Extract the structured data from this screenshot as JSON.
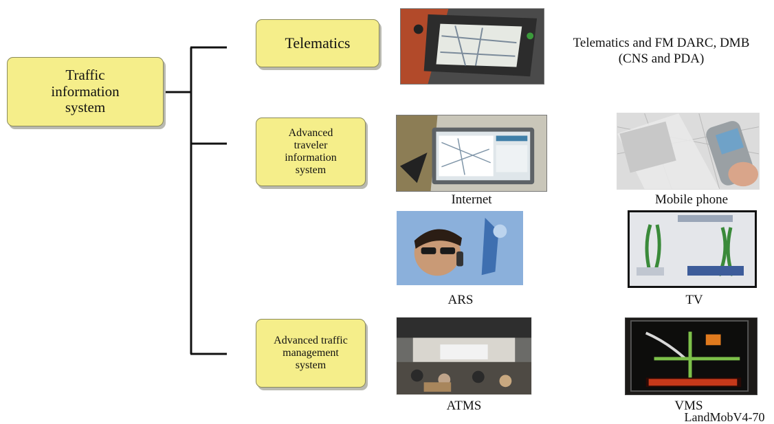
{
  "nodes": {
    "root": "Traffic information system",
    "telematics": "Telematics",
    "atis": "Advanced traveler information system",
    "atms": "Advanced traffic management system"
  },
  "telematics_caption": {
    "line1": "Telematics and FM DARC, DMB",
    "line2": "(CNS and PDA)"
  },
  "images": [
    {
      "name": "telematics-device-photo",
      "caption": ""
    },
    {
      "name": "internet-photo",
      "caption": "Internet"
    },
    {
      "name": "mobile-phone-photo",
      "caption": "Mobile phone"
    },
    {
      "name": "ars-photo",
      "caption": "ARS"
    },
    {
      "name": "tv-photo",
      "caption": "TV"
    },
    {
      "name": "atms-photo",
      "caption": "ATMS"
    },
    {
      "name": "vms-photo",
      "caption": "VMS"
    }
  ],
  "figure_id": "LandMobV4-70"
}
